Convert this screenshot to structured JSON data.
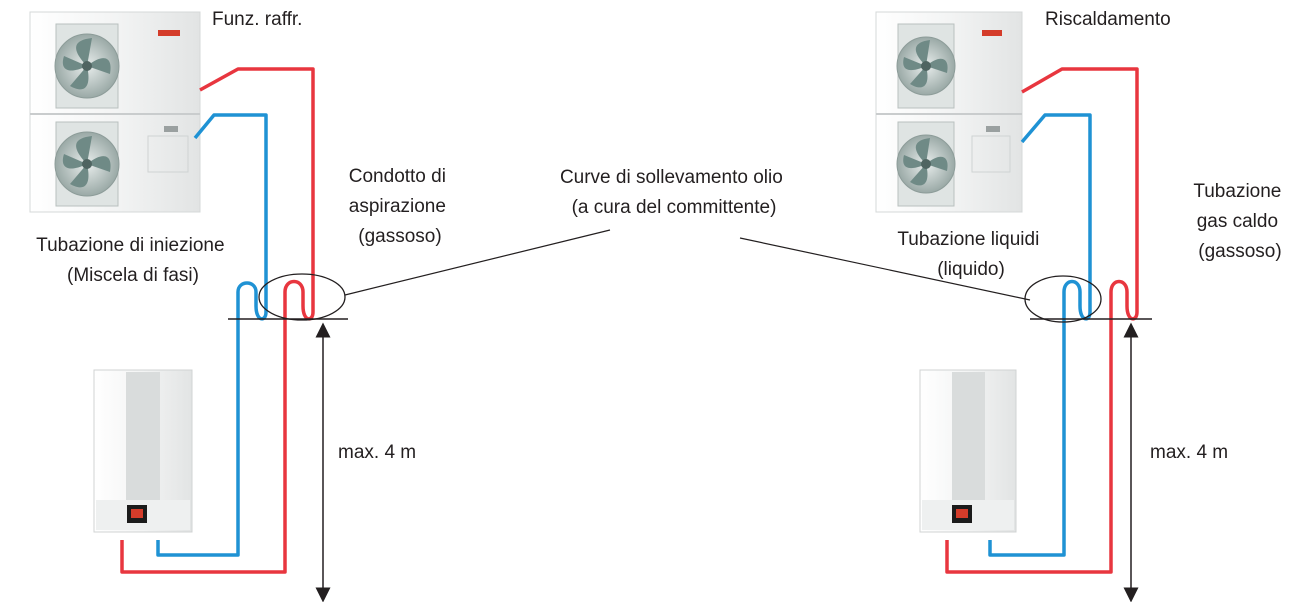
{
  "colors": {
    "hot_pipe": "#e8363f",
    "cold_pipe": "#1f92d4",
    "line": "#231f20",
    "unit_body": "#f4f5f5",
    "unit_edge": "#c9cccd",
    "fan_blade": "#6f8a86",
    "display": "#1b1b1b",
    "display_accent": "#d43c2a"
  },
  "left": {
    "mode_title": "Funz. raffr.",
    "injection_line": [
      "Tubazione di iniezione",
      "(Miscela di fasi)"
    ],
    "suction_line": [
      "Condotto di",
      "aspirazione",
      "(gassoso)"
    ],
    "height_label": "max. 4 m",
    "outdoor_unit_icon": "outdoor-heat-pump-icon",
    "indoor_unit_icon": "indoor-unit-icon"
  },
  "center": {
    "oil_traps": [
      "Curve di sollevamento olio",
      "(a cura del committente)"
    ]
  },
  "right": {
    "mode_title": "Riscaldamento",
    "liquid_line": [
      "Tubazione liquidi",
      "(liquido)"
    ],
    "hot_gas_line": [
      "Tubazione",
      "gas caldo",
      "(gassoso)"
    ],
    "height_label": "max. 4 m",
    "outdoor_unit_icon": "outdoor-heat-pump-icon",
    "indoor_unit_icon": "indoor-unit-icon"
  }
}
